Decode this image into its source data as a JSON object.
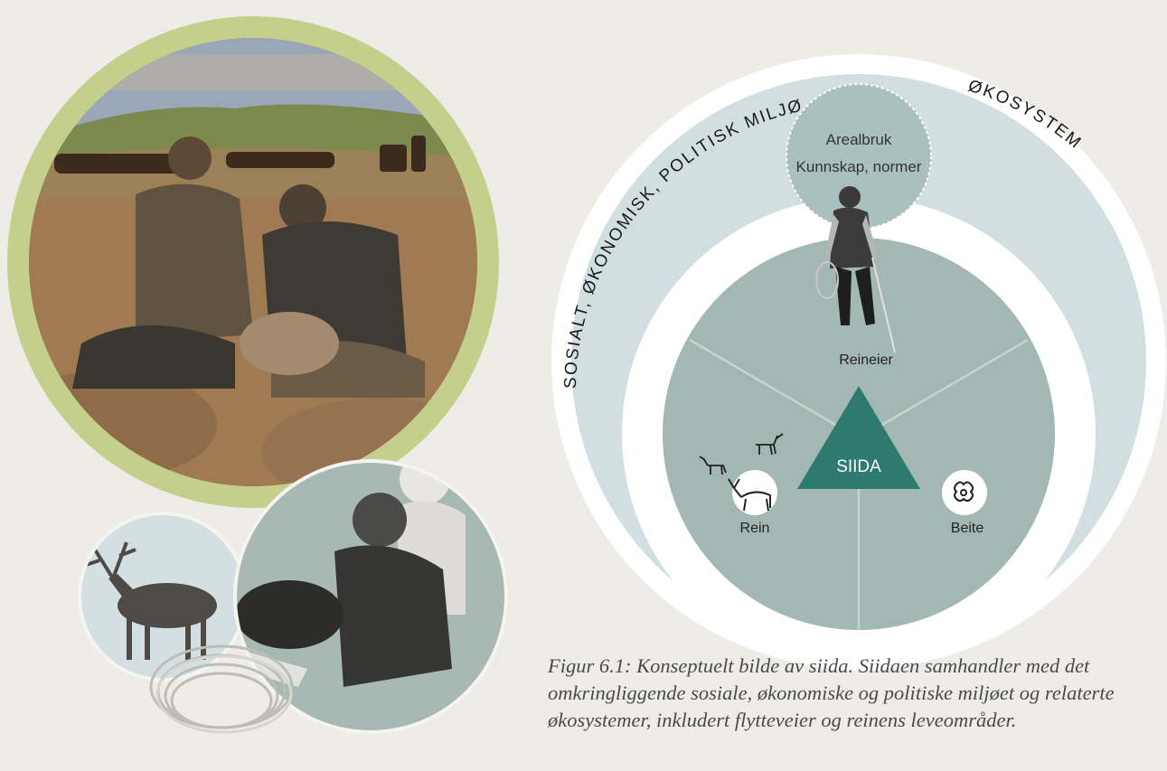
{
  "diagram": {
    "outer_ring_left_label": "SOSIALT, ØKONOMISK, POLITISK MILJØ",
    "outer_ring_right_label": "ØKOSYSTEM",
    "top_bubble_lines": [
      "Arealbruk",
      "Kunnskap, normer"
    ],
    "center_label": "SIIDA",
    "nodes": {
      "reineier": "Reineier",
      "rein": "Rein",
      "beite": "Beite"
    }
  },
  "caption": {
    "lines": [
      "Figur 6.1: Konseptuelt bilde av siida. Siidaen samhandler med det",
      "omkringliggende sosiale, økonomiske og politiske miljøet og relaterte",
      "økosystemer, inkludert flytteveier og reinens leveområder."
    ]
  },
  "colors": {
    "background": "#eeece6",
    "outer_ring": "#ffffff",
    "ecosystem_band": "#d2dfe2",
    "inner_circle": "#a3b8b2",
    "bubble": "#a9c0bf",
    "triangle": "#2f7a6e",
    "photo_frame": "#c4cf8c",
    "photo_bubble_grey": "#a8b8b3",
    "photo_bubble_blue": "#d3dfe3"
  }
}
